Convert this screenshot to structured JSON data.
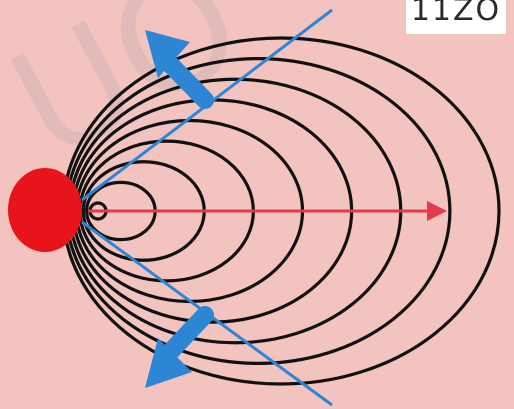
{
  "corner_label": "11ZO",
  "watermark_text": "UO",
  "colors": {
    "background": "#f3c3bf",
    "source": "#e8141b",
    "cone_lines": "#2c86d4",
    "arrows": "#2c86d4",
    "axis_arrow": "#e53a4c",
    "wavefronts": "#111111",
    "watermark": "#cdb3b3"
  },
  "icons": {
    "source": "source-dot-icon",
    "axis": "axis-arrow-icon",
    "upper_normal": "upper-arrow-icon",
    "lower_normal": "lower-arrow-icon"
  },
  "wavefront_count": 9
}
